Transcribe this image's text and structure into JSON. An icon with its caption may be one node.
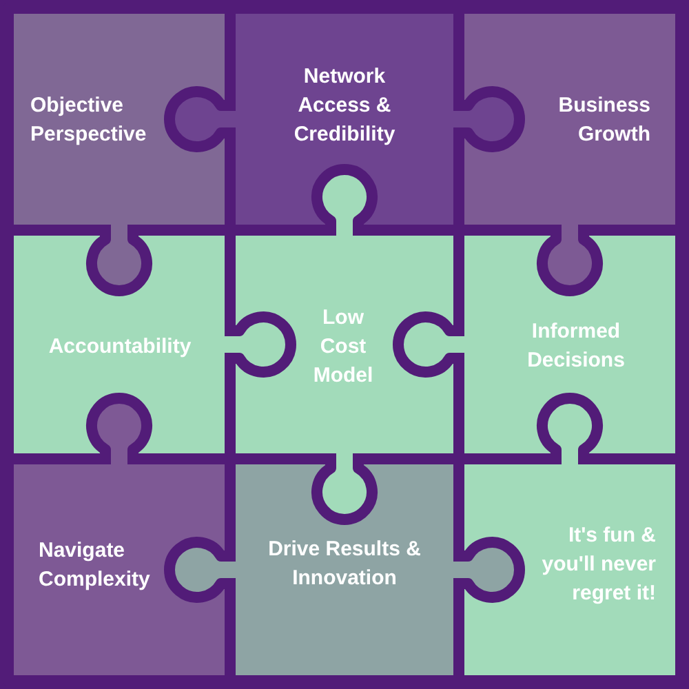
{
  "diagram": {
    "nodes": [
      {
        "text": [
          "Objective Perspective"
        ]
      },
      {
        "text": [
          "Network Access & Credibility"
        ]
      },
      {
        "text": [
          "Business Growth"
        ]
      },
      {
        "text": [
          "Accountability"
        ]
      },
      {
        "text": [
          "Low Cost Model"
        ]
      },
      {
        "text": [
          "Informed Decisions"
        ]
      },
      {
        "text": [
          "Navigate Complexity"
        ]
      },
      {
        "text": [
          "Drive Results & Innovation"
        ]
      },
      {
        "text": [
          "It's fun & you'll never regret it!"
        ]
      }
    ]
  }
}
